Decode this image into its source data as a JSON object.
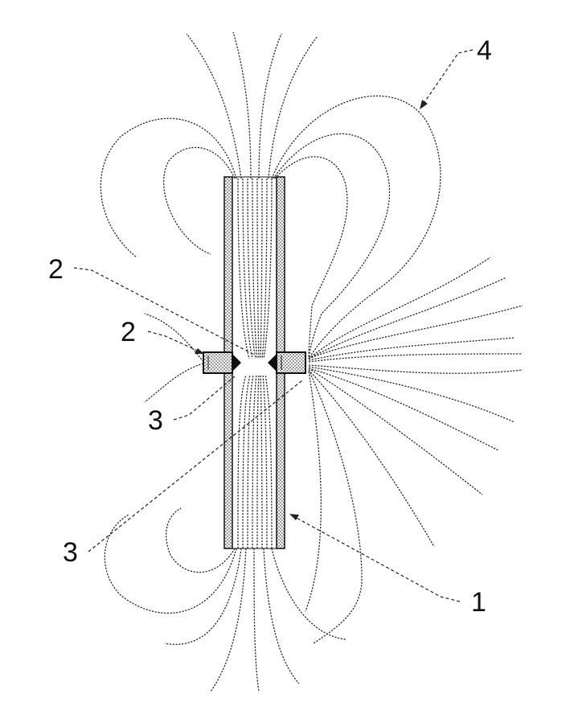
{
  "figure": {
    "labels": [
      {
        "id": "label-1",
        "text": "1"
      },
      {
        "id": "label-2-upper",
        "text": "2"
      },
      {
        "id": "label-2-lower",
        "text": "2"
      },
      {
        "id": "label-3-upper",
        "text": "3"
      },
      {
        "id": "label-3-lower",
        "text": "3"
      },
      {
        "id": "label-4",
        "text": "4"
      }
    ]
  },
  "colors": {
    "ink": "#111111",
    "field_line": "#2a2a2a",
    "hatch_fill": "#bdbdbd",
    "background": "#ffffff"
  }
}
